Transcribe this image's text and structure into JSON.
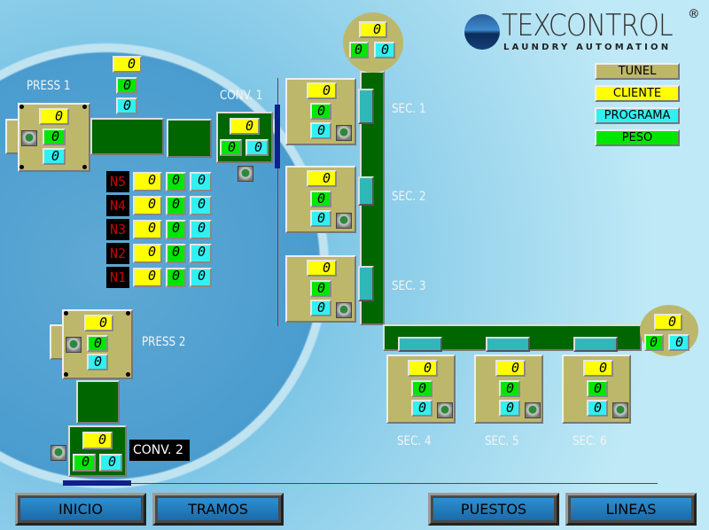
{
  "logo": {
    "brand": "TEXCONTROL",
    "registered": "®",
    "tagline": "LAUNDRY AUTOMATION"
  },
  "legend": {
    "tunel": "TUNEL",
    "cliente": "CLIENTE",
    "programa": "PROGRAMA",
    "peso": "PESO"
  },
  "press1": {
    "label": "PRESS 1",
    "cliente": "0",
    "peso": "0",
    "programa": "0"
  },
  "press1_top": {
    "cliente": "0",
    "peso": "0",
    "programa": "0"
  },
  "conv1": {
    "label": "CONV. 1",
    "cliente": "0",
    "peso": "0",
    "programa": "0"
  },
  "press2": {
    "label": "PRESS 2",
    "cliente": "0",
    "peso": "0",
    "programa": "0"
  },
  "conv2": {
    "label": "CONV. 2",
    "cliente": "0",
    "peso": "0",
    "programa": "0"
  },
  "tunnel_top": {
    "cliente": "0",
    "peso": "0",
    "programa": "0"
  },
  "tunnel_right": {
    "cliente": "0",
    "peso": "0",
    "programa": "0"
  },
  "levels": [
    {
      "label": "N5",
      "cliente": "0",
      "peso": "0",
      "programa": "0"
    },
    {
      "label": "N4",
      "cliente": "0",
      "peso": "0",
      "programa": "0"
    },
    {
      "label": "N3",
      "cliente": "0",
      "peso": "0",
      "programa": "0"
    },
    {
      "label": "N2",
      "cliente": "0",
      "peso": "0",
      "programa": "0"
    },
    {
      "label": "N1",
      "cliente": "0",
      "peso": "0",
      "programa": "0"
    }
  ],
  "sections": [
    {
      "label": "SEC. 1",
      "cliente": "0",
      "peso": "0",
      "programa": "0"
    },
    {
      "label": "SEC. 2",
      "cliente": "0",
      "peso": "0",
      "programa": "0"
    },
    {
      "label": "SEC. 3",
      "cliente": "0",
      "peso": "0",
      "programa": "0"
    },
    {
      "label": "SEC. 4",
      "cliente": "0",
      "peso": "0",
      "programa": "0"
    },
    {
      "label": "SEC. 5",
      "cliente": "0",
      "peso": "0",
      "programa": "0"
    },
    {
      "label": "SEC. 6",
      "cliente": "0",
      "peso": "0",
      "programa": "0"
    }
  ],
  "nav": {
    "inicio": "INICIO",
    "tramos": "TRAMOS",
    "puestos": "PUESTOS",
    "lineas": "LINEAS"
  },
  "colors": {
    "cliente": "#ffff00",
    "peso": "#00e600",
    "programa": "#33f0f0",
    "tunel": "#bdb76b"
  }
}
